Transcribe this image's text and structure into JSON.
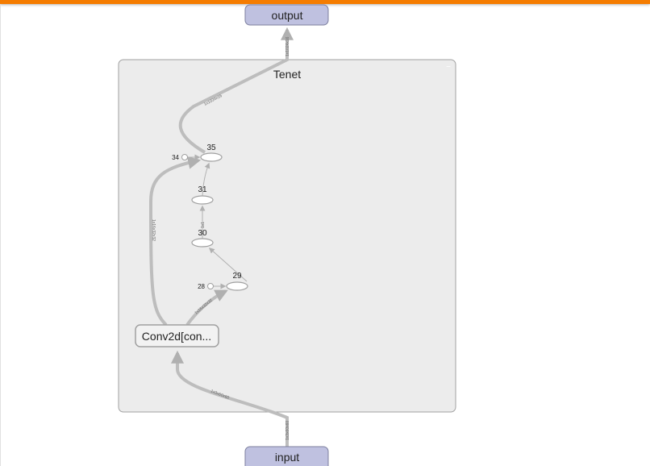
{
  "graph": {
    "scope": {
      "name": "Tenet",
      "collapse_label": "−"
    },
    "nodes": {
      "output": "output",
      "input": "input",
      "conv": "Conv2d[con...",
      "n35": "35",
      "n34": "34",
      "n31": "31",
      "n30": "30",
      "n29": "29",
      "n28": "28"
    },
    "edge_labels": {
      "to_output": "1x1024x16",
      "tenet_out": "1x1024x16",
      "conv_to_35": "1x16x32x32",
      "conv_to_29": "1x16x32x32",
      "input_to_conv": "1x3x60x60",
      "input_in": "1x3x60x60",
      "n30_to_31": "1x1"
    },
    "colors": {
      "accent": "#f57c00",
      "io_node": "#bfc1e0",
      "scope_bg": "#ececec",
      "edge": "#bdbdbd"
    }
  }
}
